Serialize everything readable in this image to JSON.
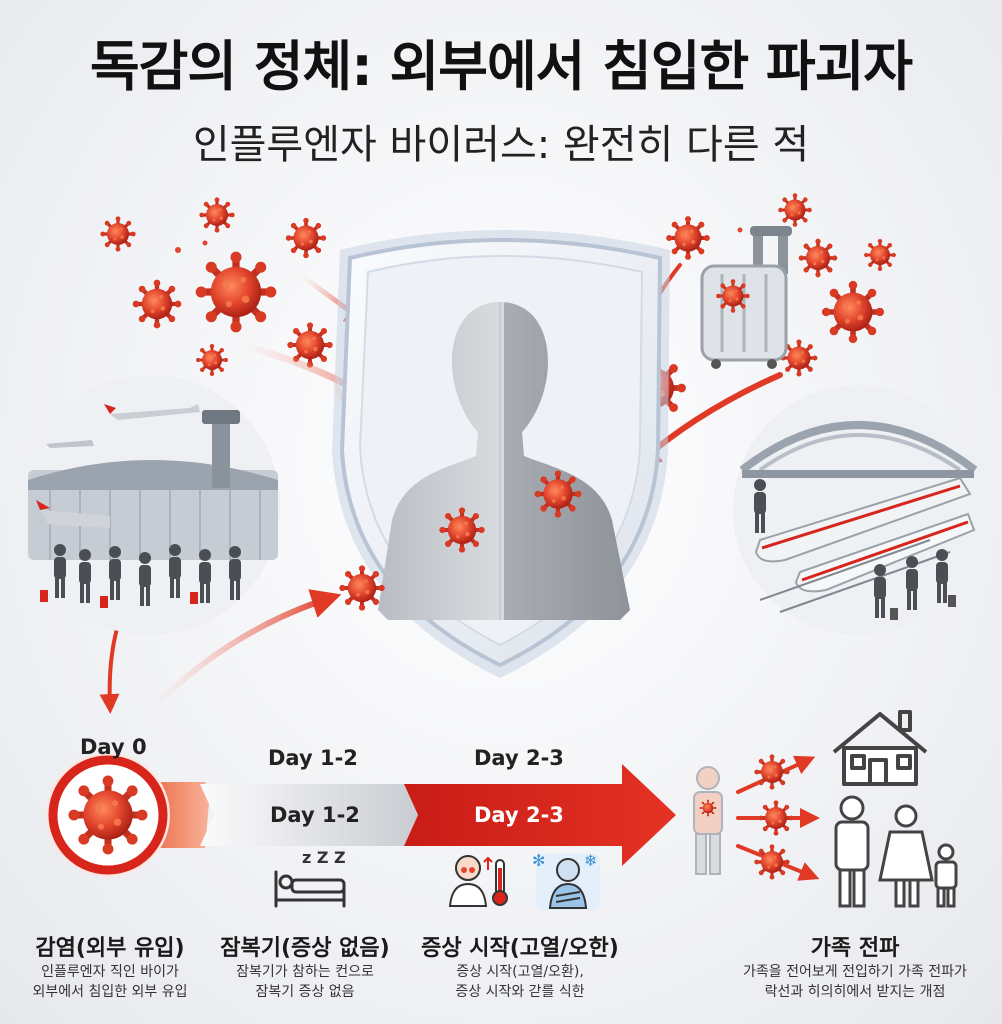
{
  "title": "독감의 정체: 외부에서 침입한 파괴자",
  "subtitle": "인플루엔자 바이러스: 완전히 다른 적",
  "colors": {
    "virus": "#e2452d",
    "virus_dark": "#b82318",
    "accent_red": "#d8251c",
    "shield": "#c4ccd8",
    "figure": "#9ea3aa"
  },
  "icons": {
    "airport": "airport-scene-icon",
    "train": "train-station-scene-icon",
    "luggage": "luggage-icon",
    "virus": "virus-icon",
    "bed": "sleeping-bed-icon",
    "fever": "fever-thermometer-icon",
    "chills": "chills-snowflake-icon",
    "house": "house-icon",
    "family": "family-icon"
  },
  "timeline": {
    "day0": "Day 0",
    "day12": "Day 1-2",
    "day23": "Day 2-3",
    "day12_inner": "Day 1-2",
    "day23_inner": "Day 2-3"
  },
  "stages": [
    {
      "title": "감염(외부 유입)",
      "desc1": "인플루엔자 직인 바이가",
      "desc2": "외부에서 침입한 외부 유입"
    },
    {
      "title": "잠복기(증상 없음)",
      "desc1": "잠복기가 참하는 컨으로",
      "desc2": "잠복기 증상 없음"
    },
    {
      "title": "증상 시작(고열/오한)",
      "desc1": "증상 시작(고열/오환),",
      "desc2": "증상 시작와 갇를 식한"
    },
    {
      "title": "가족 전파",
      "desc1": "가족을 전어보게 전입하기 가족 전파가",
      "desc2": "락선과 히의히에서 받지는 개점"
    }
  ],
  "zzz": "z Z Z"
}
